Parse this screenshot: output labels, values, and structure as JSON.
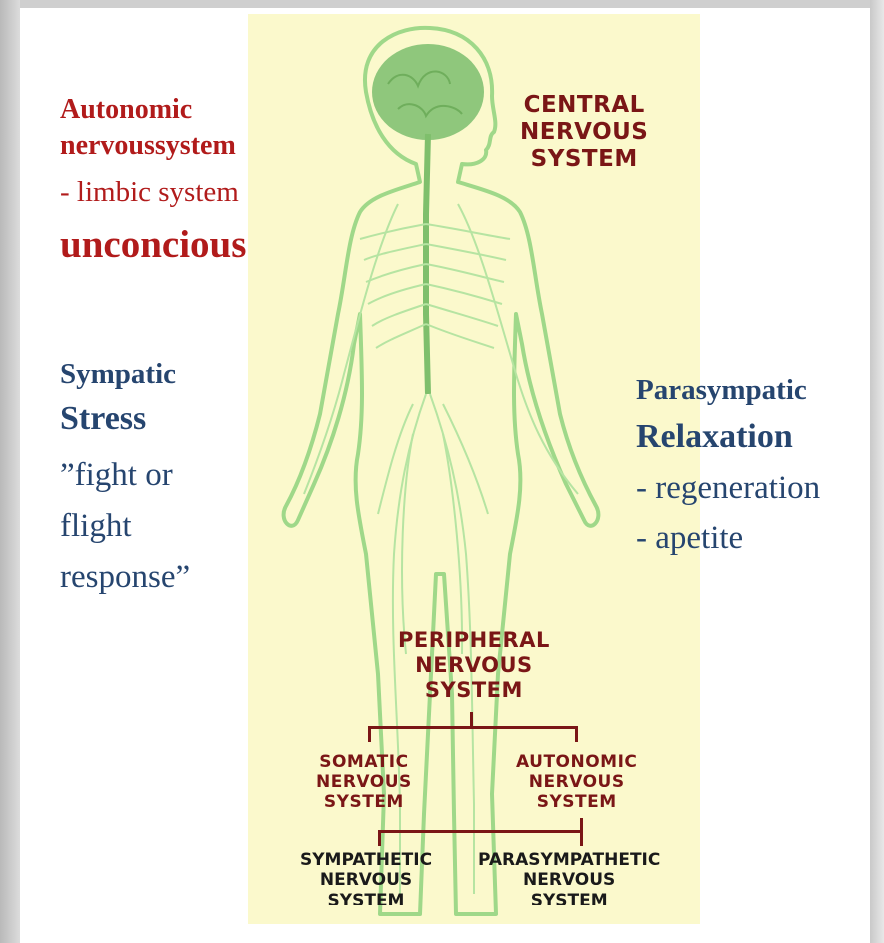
{
  "left_top": {
    "title_line1": "Autonomic",
    "title_line2": "nervoussystem",
    "subtitle": "- limbic system",
    "emphasis": "unconcious"
  },
  "left_bottom": {
    "title": "Sympatic",
    "emphasis": "Stress",
    "line1": "”fight or",
    "line2": "flight",
    "line3": "response”"
  },
  "right": {
    "title": "Parasympatic",
    "emphasis": "Relaxation",
    "item1": "- regeneration",
    "item2": "- apetite"
  },
  "diagram": {
    "central": [
      "CENTRAL",
      "NERVOUS",
      "SYSTEM"
    ],
    "peripheral": [
      "PERIPHERAL",
      "NERVOUS",
      "SYSTEM"
    ],
    "somatic": [
      "SOMATIC",
      "NERVOUS",
      "SYSTEM"
    ],
    "autonomic": [
      "AUTONOMIC",
      "NERVOUS",
      "SYSTEM"
    ],
    "sympathetic": [
      "SYMPATHETIC",
      "NERVOUS",
      "SYSTEM"
    ],
    "parasympathetic": [
      "PARASYMPATHETIC",
      "NERVOUS",
      "SYSTEM"
    ]
  },
  "colors": {
    "red": "#b11b1b",
    "blue": "#26456f",
    "panel": "#fbf9cc",
    "nerve": "#9fd889",
    "brain": "#8fc77c"
  }
}
